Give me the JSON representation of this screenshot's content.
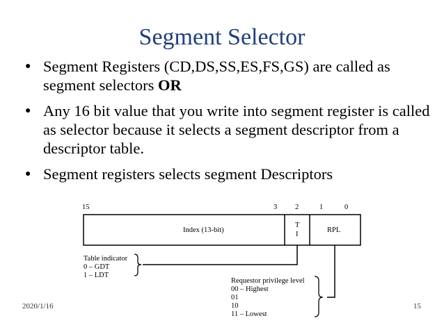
{
  "slide": {
    "title": "Segment Selector",
    "bullets": [
      {
        "text": "Segment Registers (CD,DS,SS,ES,FS,GS) are called as segment selectors ",
        "bold": "OR"
      },
      {
        "text": "Any 16 bit value that you write into segment register is called as selector because it selects a segment descriptor from a descriptor table.",
        "bold": ""
      },
      {
        "text": "Segment registers selects segment Descriptors",
        "bold": ""
      }
    ],
    "footer": {
      "date": "2020/1/16",
      "page": "15"
    }
  },
  "diagram": {
    "bit_labels": {
      "b15": "15",
      "b3": "3",
      "b2": "2",
      "b1": "1",
      "b0": "0"
    },
    "fields": {
      "index": "Index (13-bit)",
      "ti_top": "T",
      "ti_bottom": "I",
      "rpl": "RPL"
    },
    "table_indicator": {
      "title": "Table indicator",
      "gdt": "0 – GDT",
      "ldt": "1 – LDT"
    },
    "rpl_levels": {
      "title": "Requestor privilege level",
      "l0": "00 – Highest",
      "l1": "01",
      "l2": "10",
      "l3": "11 – Lowest"
    }
  }
}
